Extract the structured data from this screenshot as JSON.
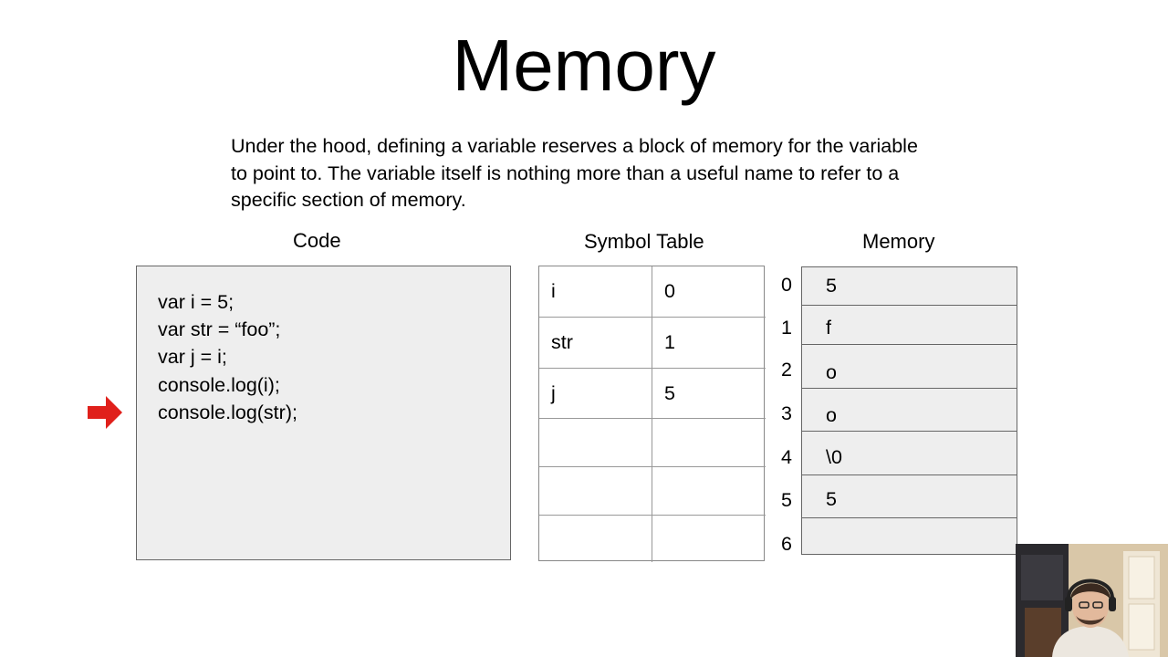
{
  "slide": {
    "title": "Memory",
    "description": "Under the hood, defining a variable reserves a block of memory for the variable to point to. The variable itself is nothing more than a useful name to refer to a specific section of memory."
  },
  "code": {
    "label": "Code",
    "lines": [
      "var i = 5;",
      "var str = “foo”;",
      "var j = i;",
      "console.log(i);",
      "console.log(str);"
    ],
    "current_line_indicator": "right-arrow-icon",
    "current_line": 4,
    "arrow_color": "#e0201b"
  },
  "symbol_table": {
    "label": "Symbol Table",
    "rows": [
      {
        "name": "i",
        "address": "0"
      },
      {
        "name": "str",
        "address": "1"
      },
      {
        "name": "j",
        "address": "5"
      },
      {
        "name": "",
        "address": ""
      },
      {
        "name": "",
        "address": ""
      },
      {
        "name": "",
        "address": ""
      }
    ]
  },
  "memory": {
    "label": "Memory",
    "cells": [
      {
        "index": "0",
        "value": "5"
      },
      {
        "index": "1",
        "value": "f"
      },
      {
        "index": "2",
        "value": "o"
      },
      {
        "index": "3",
        "value": "o"
      },
      {
        "index": "4",
        "value": "\\0"
      },
      {
        "index": "5",
        "value": "5"
      },
      {
        "index": "6",
        "value": ""
      }
    ]
  },
  "webcam": {
    "icon": "presenter-webcam-feed"
  }
}
